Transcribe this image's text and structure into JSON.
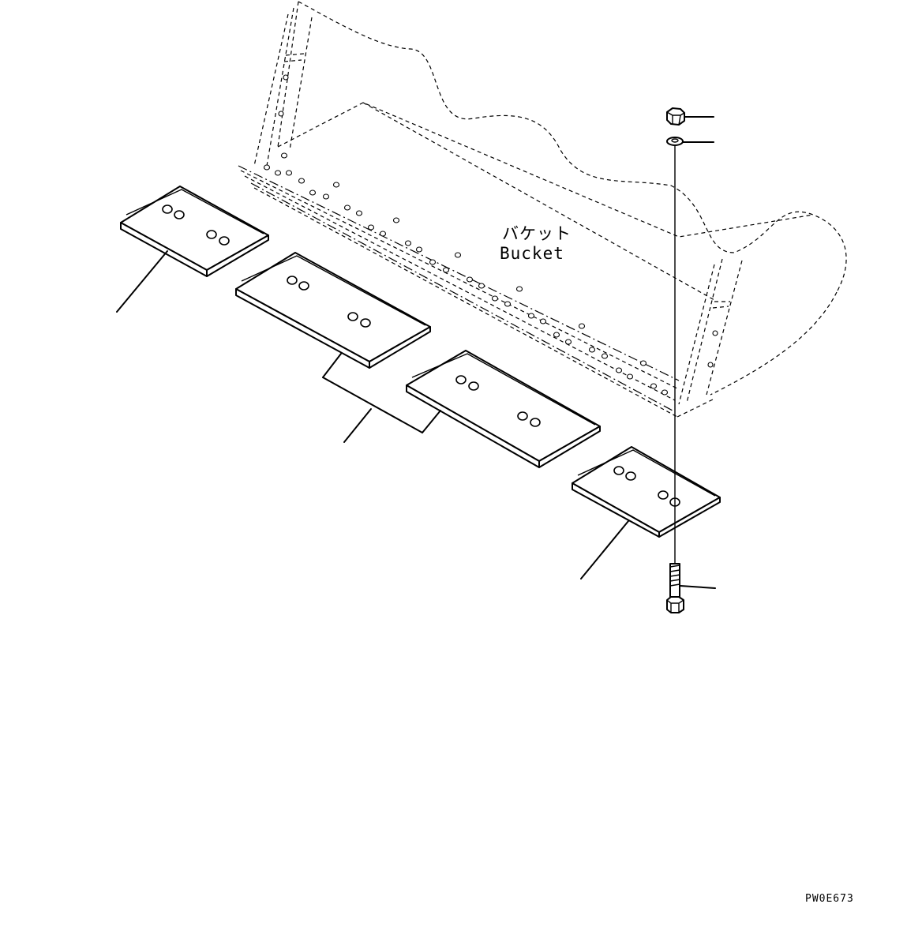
{
  "labels": {
    "bucket_jp": "バケット",
    "bucket_en": "Bucket"
  },
  "figure_code": "PW0E673"
}
